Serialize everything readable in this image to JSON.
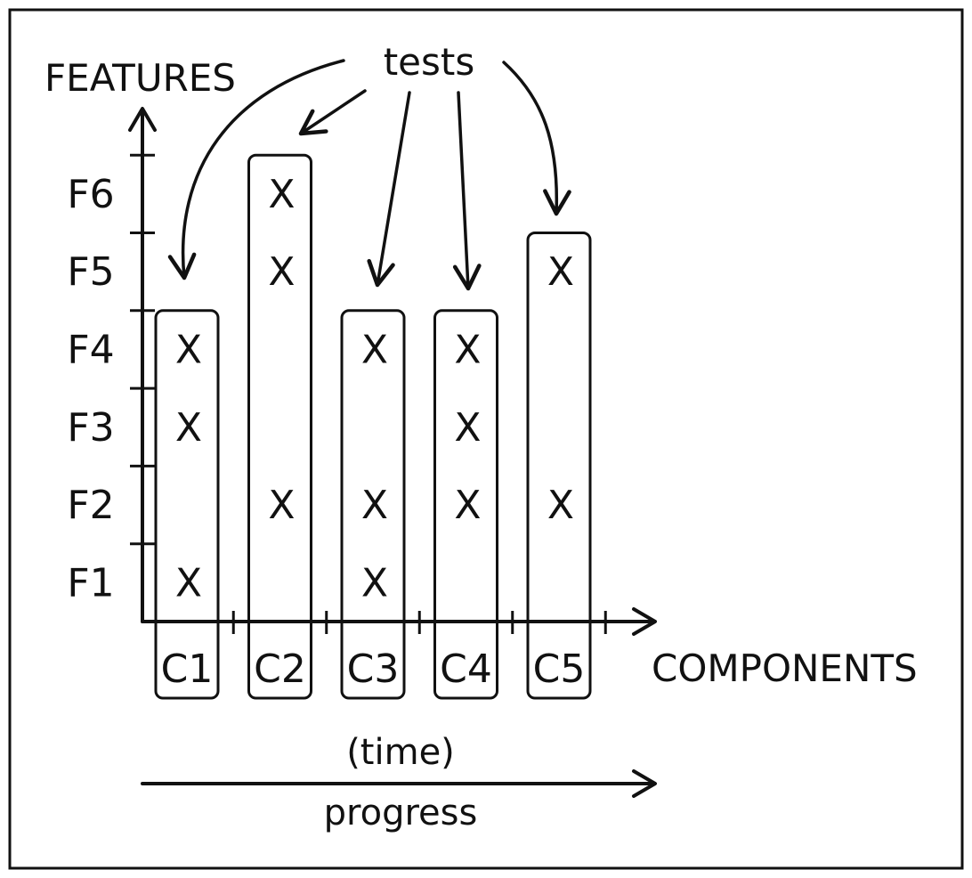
{
  "labels": {
    "y_axis_title": "FEATURES",
    "x_axis_title": "COMPONENTS",
    "tests_label": "tests",
    "time_label": "(time)",
    "progress_label": "progress"
  },
  "features": [
    "F1",
    "F2",
    "F3",
    "F4",
    "F5",
    "F6"
  ],
  "components": [
    {
      "name": "C1",
      "top_feature": 4,
      "marked": [
        "F1",
        "F3",
        "F4"
      ]
    },
    {
      "name": "C2",
      "top_feature": 6,
      "marked": [
        "F2",
        "F5",
        "F6"
      ]
    },
    {
      "name": "C3",
      "top_feature": 4,
      "marked": [
        "F1",
        "F2",
        "F4"
      ]
    },
    {
      "name": "C4",
      "top_feature": 4,
      "marked": [
        "F2",
        "F3",
        "F4"
      ]
    },
    {
      "name": "C5",
      "top_feature": 5,
      "marked": [
        "F2",
        "F5"
      ]
    }
  ],
  "mark_symbol": "X",
  "colors": {
    "ink": "#111111",
    "background": "#ffffff"
  }
}
